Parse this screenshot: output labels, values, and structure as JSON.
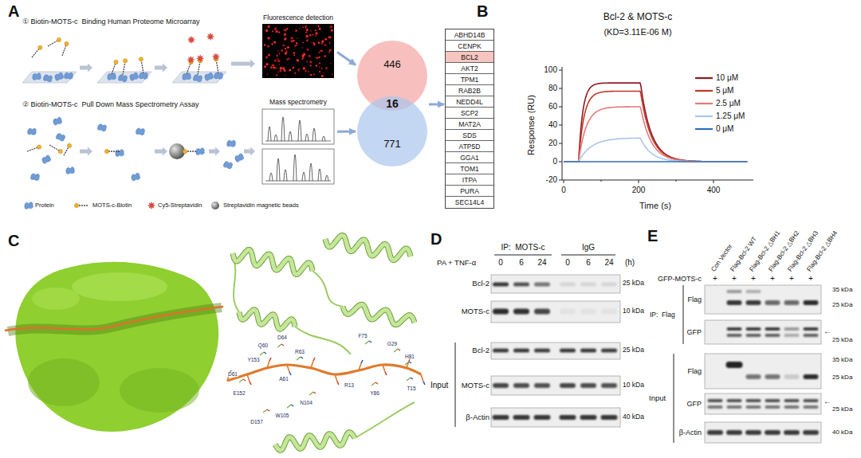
{
  "diagram": {
    "nodes": [
      {
        "text": [
          "Fluorescence detection"
        ]
      },
      {
        "text": [
          "Mass spectrometry"
        ]
      },
      {
        "text": [
          "446"
        ]
      },
      {
        "text": [
          "771"
        ]
      },
      {
        "text": [
          "ABHD14B",
          "CENPK",
          "BCL2",
          "AKT2",
          "TPM1",
          "RAB2B",
          "NEDD4L",
          "SCP2",
          "MAT2A",
          "SDS",
          "ATP5D",
          "GGA1",
          "TOM1",
          "ITPA",
          "PURA",
          "SEC14L4"
        ]
      }
    ],
    "edges": [
      {
        "from": 0,
        "to": 2,
        "arrow": "to"
      },
      {
        "from": 1,
        "to": 3,
        "arrow": "to"
      },
      {
        "from": 2,
        "to": 4,
        "arrow": "to"
      }
    ],
    "labels": [
      "A",
      "① Biotin-MOTS-c  Binding Human Proteome Microarray",
      "② Biotin-MOTS-c  Pull Down Mass Spectrometry Assay",
      "16",
      "B",
      "Bcl-2 & MOTS-c",
      "(KD=3.11E-06 M)",
      "100",
      "80",
      "60",
      "40",
      "20",
      "0",
      "-20",
      "0",
      "200",
      "400",
      "Time (s)",
      "Response (RU)",
      "C",
      "D61",
      "Y153",
      "E152",
      "D157",
      "W105",
      "N104",
      "Q60",
      "D64",
      "R63",
      "A61",
      "F75",
      "G29",
      "H81",
      "Y86",
      "T15",
      "R13",
      "D",
      "IP:  MOTS-c",
      "IgG",
      "PA + TNF-α",
      "0",
      "6",
      "24",
      "0",
      "6",
      "24",
      "(h)",
      "Bcl-2",
      "MOTS-c",
      "Input",
      "Bcl-2",
      "MOTS-c",
      "β-Actin",
      "25 kDa",
      "10 kDa",
      "25 kDa",
      "10 kDa",
      "40 kDa",
      "E",
      "Con Vector",
      "Flag-Bcl-2 WT",
      "Flag-Bcl-2 △BH1",
      "Flag-Bcl-2 △BH2",
      "Flag-Bcl-2 △BH3",
      "Flag-Bcl-2 △BH4",
      "GFP-MOTS-c",
      "+",
      "+",
      "+",
      "+",
      "+",
      "+",
      "IP:  Flag",
      "Flag",
      "GFP",
      "Input",
      "Flag",
      "GFP",
      "β-Actin",
      "35 kDa",
      "25 kDa",
      "←",
      "25 kDa",
      "35 kDa",
      "25 kDa",
      "←",
      "25 kDa",
      "40 kDa"
    ],
    "legend": [
      {
        "text": "Protein"
      },
      {
        "text": "MOTS-c-Biotin"
      },
      {
        "text": "Cy5-Streptavidin"
      },
      {
        "text": "Streptavidin magnetic beads"
      },
      {
        "text": "10 μM",
        "color": "#8e1b21"
      },
      {
        "text": "5 μM",
        "color": "#c0392b"
      },
      {
        "text": "2.5 μM",
        "color": "#e87a7a"
      },
      {
        "text": "1.25 μM",
        "color": "#a9c6ea"
      },
      {
        "text": "0 μM",
        "color": "#2f6db5"
      }
    ]
  }
}
